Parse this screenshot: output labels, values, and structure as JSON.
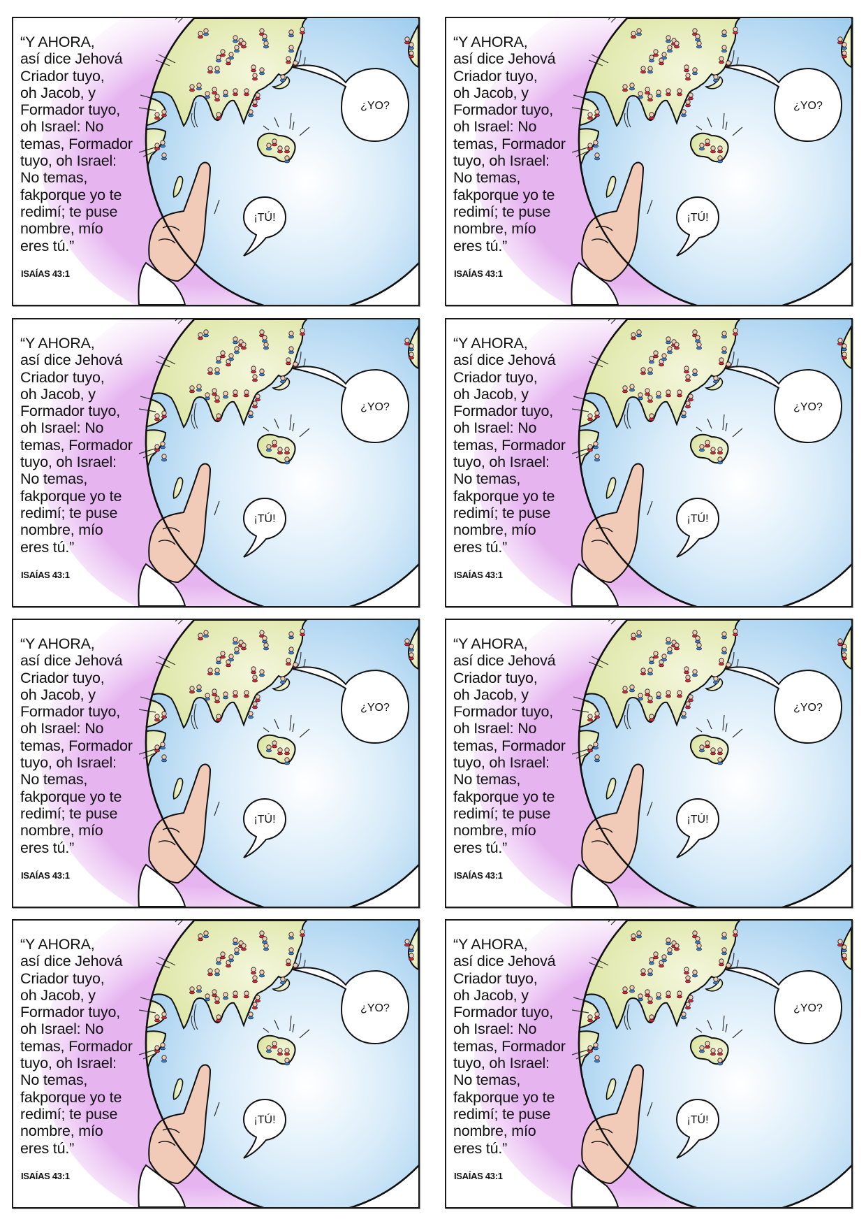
{
  "page": {
    "layout": "2 columns x 4 rows of identical cards",
    "cards": [
      {
        "verse": "“Y AHORA,\nasí dice Jehová\nCriador tuyo,\n oh Jacob, y\nFormador tuyo,\noh Israel: No\ntemas, Formador\ntuyo, oh Israel:\nNo temas,\nfakporque yo te\nredimí; te puse\nnombre, mío\neres tú.”",
        "reference": "ISAÍAS 43:1",
        "bubble_question": "¿YO?",
        "bubble_answer": "¡TÚ!"
      },
      {
        "verse": "“Y AHORA,\nasí dice Jehová\nCriador tuyo,\n oh Jacob, y\nFormador tuyo,\noh Israel: No\ntemas, Formador\ntuyo, oh Israel:\nNo temas,\nfakporque yo te\nredimí; te puse\nnombre, mío\neres tú.”",
        "reference": "ISAÍAS 43:1",
        "bubble_question": "¿YO?",
        "bubble_answer": "¡TÚ!"
      },
      {
        "verse": "“Y AHORA,\nasí dice Jehová\nCriador tuyo,\n oh Jacob, y\nFormador tuyo,\noh Israel: No\ntemas, Formador\ntuyo, oh Israel:\nNo temas,\nfakporque yo te\nredimí; te puse\nnombre, mío\neres tú.”",
        "reference": "ISAÍAS 43:1",
        "bubble_question": "¿YO?",
        "bubble_answer": "¡TÚ!"
      },
      {
        "verse": "“Y AHORA,\nasí dice Jehová\nCriador tuyo,\n oh Jacob, y\nFormador tuyo,\noh Israel: No\ntemas, Formador\ntuyo, oh Israel:\nNo temas,\nfakporque yo te\nredimí; te puse\nnombre, mío\neres tú.”",
        "reference": "ISAÍAS 43:1",
        "bubble_question": "¿YO?",
        "bubble_answer": "¡TÚ!"
      },
      {
        "verse": "“Y AHORA,\nasí dice Jehová\nCriador tuyo,\n oh Jacob, y\nFormador tuyo,\noh Israel: No\ntemas, Formador\ntuyo, oh Israel:\nNo temas,\nfakporque yo te\nredimí; te puse\nnombre, mío\neres tú.”",
        "reference": "ISAÍAS 43:1",
        "bubble_question": "¿YO?",
        "bubble_answer": "¡TÚ!"
      },
      {
        "verse": "“Y AHORA,\nasí dice Jehová\nCriador tuyo,\n oh Jacob, y\nFormador tuyo,\noh Israel: No\ntemas, Formador\ntuyo, oh Israel:\nNo temas,\nfakporque yo te\nredimí; te puse\nnombre, mío\neres tú.”",
        "reference": "ISAÍAS 43:1",
        "bubble_question": "¿YO?",
        "bubble_answer": "¡TÚ!"
      },
      {
        "verse": "“Y AHORA,\nasí dice Jehová\nCriador tuyo,\n oh Jacob, y\nFormador tuyo,\noh Israel: No\ntemas, Formador\ntuyo, oh Israel:\nNo temas,\nfakporque yo te\nredimí; te puse\nnombre, mío\neres tú.”",
        "reference": "ISAÍAS 43:1",
        "bubble_question": "¿YO?",
        "bubble_answer": "¡TÚ!"
      },
      {
        "verse": "“Y AHORA,\nasí dice Jehová\nCriador tuyo,\n oh Jacob, y\nFormador tuyo,\noh Israel: No\ntemas, Formador\ntuyo, oh Israel:\nNo temas,\nfakporque yo te\nredimí; te puse\nnombre, mío\neres tú.”",
        "reference": "ISAÍAS 43:1",
        "bubble_question": "¿YO?",
        "bubble_answer": "¡TÚ!"
      }
    ]
  },
  "colors": {
    "ocean": "#a9d3f0",
    "ocean_highlight": "#ffffff",
    "land": "#dfe8a6",
    "glow": "#e2a8ee",
    "skin": "#f2cbb8",
    "outline": "#111111",
    "figure_red": "#d8283a",
    "figure_blue": "#3a7fd0"
  }
}
